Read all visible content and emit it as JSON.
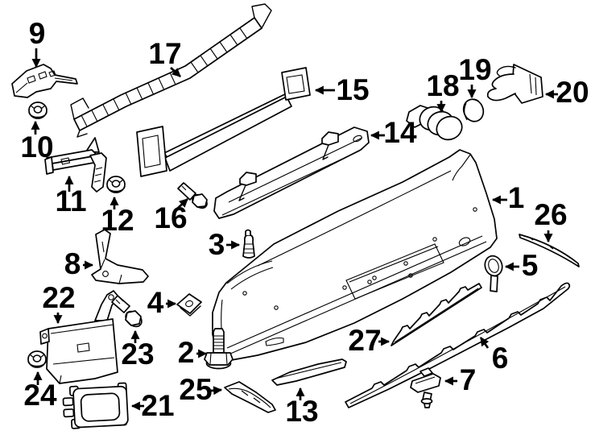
{
  "diagram": {
    "background": "#ffffff",
    "line_color": "#000000",
    "callouts": [
      {
        "num": "1"
      },
      {
        "num": "2"
      },
      {
        "num": "3"
      },
      {
        "num": "4"
      },
      {
        "num": "5"
      },
      {
        "num": "6"
      },
      {
        "num": "7"
      },
      {
        "num": "8"
      },
      {
        "num": "9"
      },
      {
        "num": "10"
      },
      {
        "num": "11"
      },
      {
        "num": "12"
      },
      {
        "num": "13"
      },
      {
        "num": "14"
      },
      {
        "num": "15"
      },
      {
        "num": "16"
      },
      {
        "num": "17"
      },
      {
        "num": "18"
      },
      {
        "num": "19"
      },
      {
        "num": "20"
      },
      {
        "num": "21"
      },
      {
        "num": "22"
      },
      {
        "num": "23"
      },
      {
        "num": "24"
      },
      {
        "num": "25"
      },
      {
        "num": "26"
      },
      {
        "num": "27"
      }
    ]
  }
}
